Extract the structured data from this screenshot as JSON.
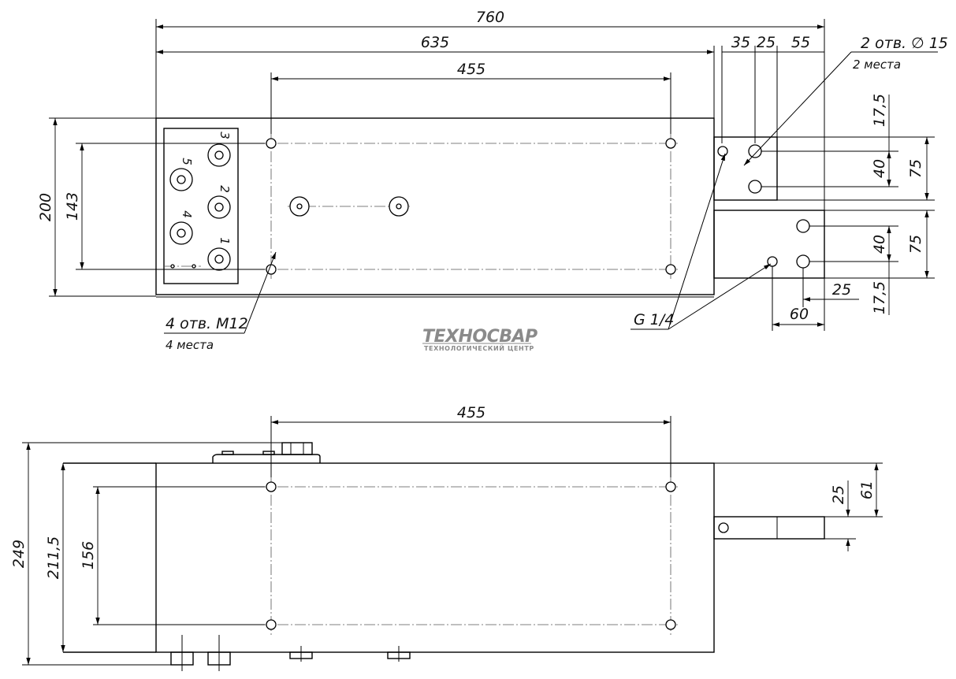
{
  "top_view": {
    "dimensions": {
      "overall_length": "760",
      "body_length": "635",
      "hole_spacing": "455",
      "right_35": "35",
      "right_25": "25",
      "right_55": "55",
      "height": "200",
      "hole_spacing_vertical": "143",
      "right_17_5_top": "17,5",
      "right_40_top": "40",
      "right_75_top": "75",
      "right_40_bottom": "40",
      "right_75_bottom": "75",
      "right_17_5_bottom": "17,5",
      "bottom_25": "25",
      "bottom_60": "60"
    },
    "callouts": {
      "holes_d15": "2 отв. ∅ 15",
      "holes_d15_places": "2 места",
      "holes_m12": "4 отв. М12",
      "holes_m12_places": "4 места",
      "port_g14": "G 1/4"
    },
    "port_numbers": [
      "1",
      "2",
      "3",
      "4",
      "5"
    ]
  },
  "logo": {
    "name": "ТЕХНОСВАР",
    "tagline": "ТЕХНОЛОГИЧЕСКИЙ ЦЕНТР"
  },
  "side_view": {
    "dimensions": {
      "hole_spacing": "455",
      "overall_height": "249",
      "body_height": "211,5",
      "hole_spacing_vertical": "156",
      "right_25": "25",
      "right_61": "61"
    }
  }
}
